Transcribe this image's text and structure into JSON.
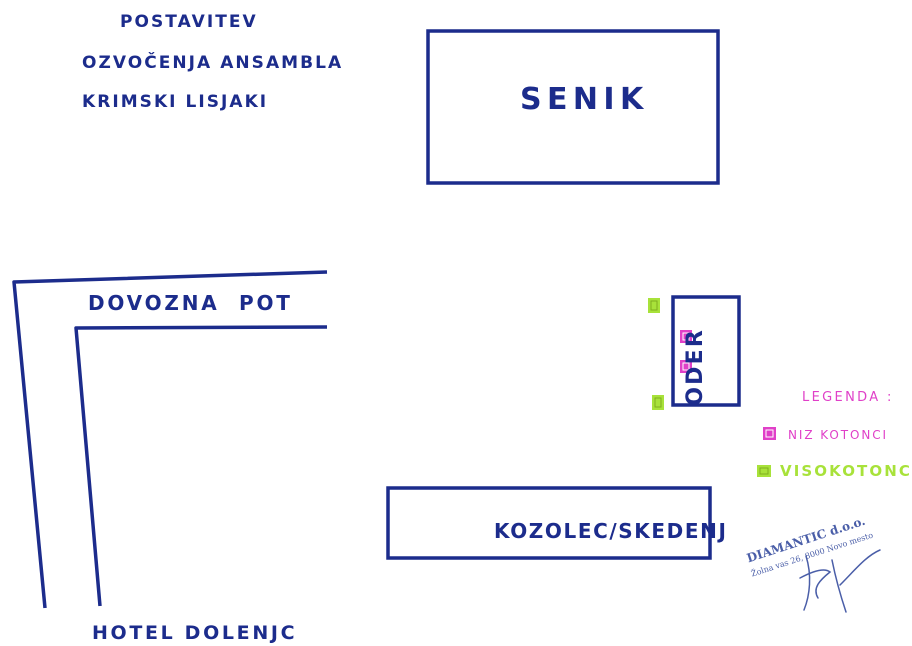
{
  "colors": {
    "ink": "#1c2c8c",
    "low_speaker": "#e040c8",
    "high_speaker": "#a8e23a",
    "legend": "#e040c8",
    "stamp": "#4a5ea8"
  },
  "title": {
    "line1": "POSTAVITEV",
    "line2": "OZVOČENJA ANSAMBLA",
    "line3": "KRIMSKI LISJAKI"
  },
  "areas": {
    "barn": "SENIK",
    "stage": "ODER",
    "hayrack": "KOZOLEC/SKEDENJ",
    "access_road": "DOVOZNA  POT",
    "hotel": "HOTEL DOLENJC"
  },
  "legend": {
    "title": "LEGENDA :",
    "low_label": "NIZ KOTONCI",
    "high_label": "VISOKOTONC",
    "low_icon": "low-speaker-icon",
    "high_icon": "high-speaker-icon"
  },
  "stamp": {
    "company": "DIAMANTIC d.o.o.",
    "address": "Žolna vas 26, 8000 Novo mesto"
  }
}
